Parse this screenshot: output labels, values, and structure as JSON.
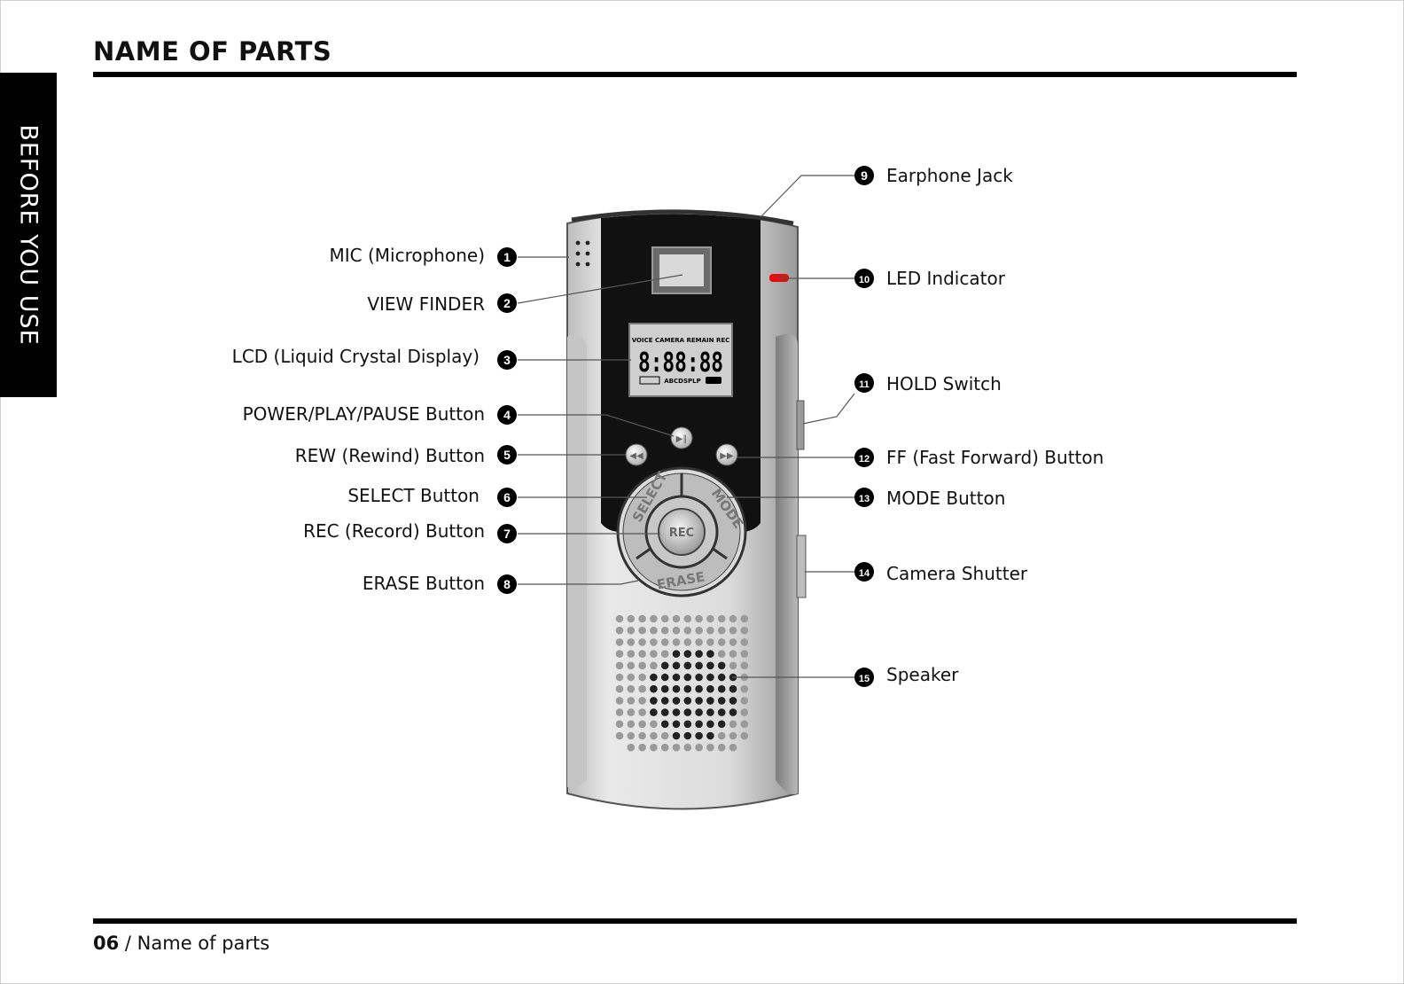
{
  "side_tab": "BEFORE YOU USE",
  "title": "NAME OF PARTS",
  "footer": {
    "page": "06",
    "separator": " / ",
    "section": "Name of parts"
  },
  "parts": [
    {
      "num": "1",
      "label": "MIC (Microphone)"
    },
    {
      "num": "2",
      "label": "VIEW FINDER"
    },
    {
      "num": "3",
      "label": "LCD (Liquid Crystal Display)"
    },
    {
      "num": "4",
      "label": "POWER/PLAY/PAUSE Button"
    },
    {
      "num": "5",
      "label": "REW (Rewind) Button"
    },
    {
      "num": "6",
      "label": "SELECT Button"
    },
    {
      "num": "7",
      "label": "REC (Record) Button"
    },
    {
      "num": "8",
      "label": "ERASE Button"
    },
    {
      "num": "9",
      "label": "Earphone Jack"
    },
    {
      "num": "10",
      "label": "LED Indicator"
    },
    {
      "num": "11",
      "label": "HOLD Switch"
    },
    {
      "num": "12",
      "label": "FF (Fast Forward) Button"
    },
    {
      "num": "13",
      "label": "MODE Button"
    },
    {
      "num": "14",
      "label": "Camera Shutter"
    },
    {
      "num": "15",
      "label": "Speaker"
    }
  ],
  "device": {
    "lcd_top": "VOICE CAMERA REMAIN REC",
    "lcd_digits": "8:88:88",
    "lcd_bottom": "ABCDSPLP",
    "select_label": "SELECT",
    "mode_label": "MODE",
    "rec_label": "REC",
    "erase_label": "ERASE"
  },
  "colors": {
    "led": "#e01010",
    "lcd_bg": "#cfcfcf",
    "panel": "#111111"
  }
}
